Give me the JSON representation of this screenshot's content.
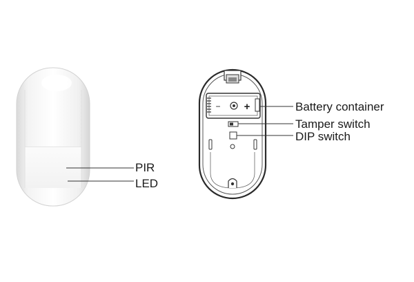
{
  "device_front": {
    "labels": {
      "pir": "PIR",
      "led": "LED"
    }
  },
  "device_back": {
    "labels": {
      "battery_container": "Battery container",
      "tamper_switch": "Tamper switch",
      "dip_switch": "DIP switch"
    },
    "battery_marks": {
      "negative": "−",
      "positive": "+"
    }
  }
}
